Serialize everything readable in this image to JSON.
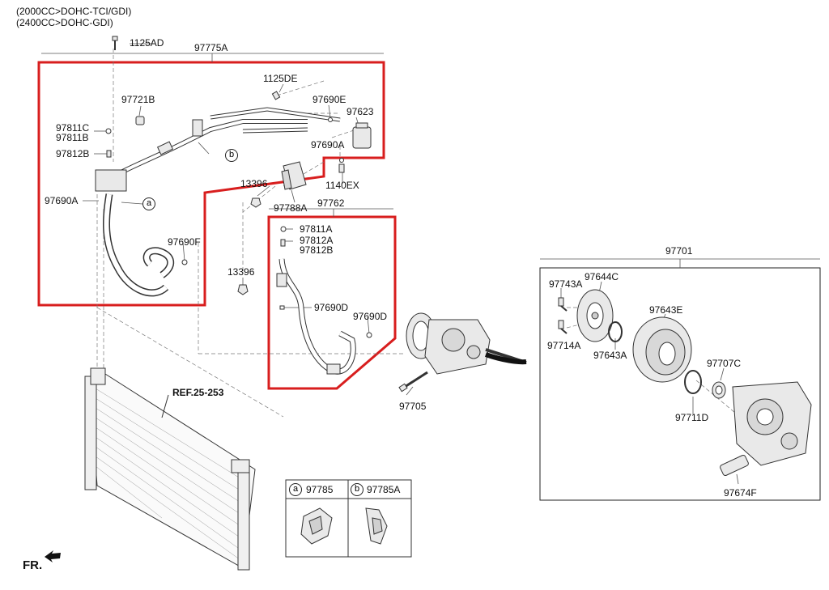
{
  "header": {
    "line1": "(2000CC>DOHC-TCI/GDI)",
    "line2": "(2400CC>DOHC-GDI)"
  },
  "colors": {
    "highlight_box": "#d81e1e",
    "line": "#222222",
    "leader": "#555555",
    "part_fill": "#e9e9e9"
  },
  "labels": {
    "l_1125AD": "1125AD",
    "l_97775A": "97775A",
    "l_1125DE": "1125DE",
    "l_97721B": "97721B",
    "l_97690E": "97690E",
    "l_97623": "97623",
    "l_97811C": "97811C",
    "l_97811B": "97811B",
    "l_97690A_top": "97690A",
    "l_97812B_top": "97812B",
    "l_1140EX": "1140EX",
    "l_13396_a": "13396",
    "l_97788A": "97788A",
    "l_97762": "97762",
    "l_97690A_left": "97690A",
    "l_97811A": "97811A",
    "l_97812A": "97812A",
    "l_97812B_mid": "97812B",
    "l_97690F": "97690F",
    "l_13396_b": "13396",
    "l_97690D_a": "97690D",
    "l_97690D_b": "97690D",
    "l_97705": "97705",
    "l_97701": "97701",
    "l_97743A": "97743A",
    "l_97644C": "97644C",
    "l_97643E": "97643E",
    "l_97714A": "97714A",
    "l_97643A": "97643A",
    "l_97707C": "97707C",
    "l_97711D": "97711D",
    "l_97674F": "97674F",
    "ref": "REF.25-253",
    "fr": "FR."
  },
  "callouts": {
    "a": "a",
    "b": "b"
  },
  "legend": {
    "a_letter": "a",
    "a_part": "97785",
    "b_letter": "b",
    "b_part": "97785A"
  }
}
